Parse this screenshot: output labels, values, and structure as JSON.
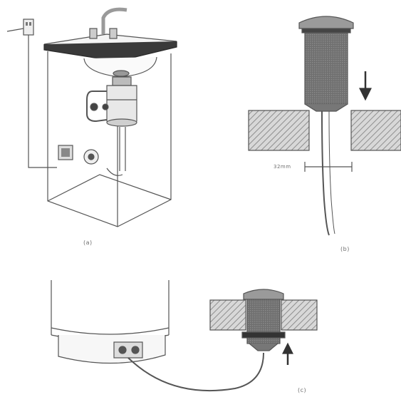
{
  "panels": [
    {
      "id": "a",
      "label": "(a)"
    },
    {
      "id": "b",
      "label": "(b)"
    },
    {
      "id": "c",
      "label": "(c)"
    }
  ],
  "annotations": {
    "hole_dimension": "32mm"
  },
  "colors": {
    "line": "#555555",
    "dark_body": "#7a7a7a",
    "countertop_hatch": "#9a9a9a",
    "paper": "#ffffff"
  }
}
